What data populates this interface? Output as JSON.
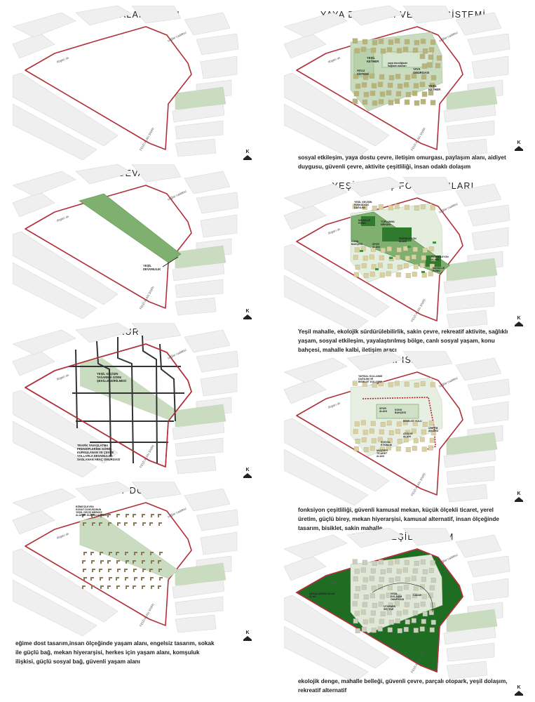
{
  "panels": [
    {
      "title": "PROJE ALAN SINIRI",
      "roads": {
        "a": "dogan sk",
        "b": "sağlar caddesi",
        "c": "FEIZI ALAN SNIRI"
      },
      "north": "K"
    },
    {
      "title": "YAYA DOLAŞIMI VE AVLU SİSTEMİ",
      "roads": {
        "a": "dogan sk",
        "b": "sağlar caddesi",
        "c": "FEIZI ALAN SNIRI"
      },
      "north": "K",
      "annotations": [
        "YEŞİL\nKETHER",
        "AVLU\nSİSTEMİ",
        "yaya önceliğinde\nbağlantı alanları",
        "YAYA\nOMURGASI",
        "YEŞİL\nKETHER"
      ],
      "description": "sosyal etkileşim, yaya dostu çevre, iletişim omurgası, paylaşım alanı, aidiyet duygusu, güvenli çevre, aktivite çeşitliliği, insan odaklı dolaşım"
    },
    {
      "title": "YEŞİL DEVAMLILIK",
      "roads": {
        "a": "dogan sk",
        "b": "sağlar caddesi",
        "c": "FEIZI ALAN SNIRI"
      },
      "north": "K",
      "annotations": [
        "YEŞİL\nDEVAMLILIK"
      ]
    },
    {
      "title": "YEŞİL GEÇİŞ FONSİYONLARI",
      "roads": {
        "a": "dogan sk",
        "b": "sağlar caddesi",
        "c": "FEIZI ALAN SNIRI"
      },
      "north": "K",
      "annotations": [
        "YEŞİL GEÇİŞİN\nFONKSİYON\nDAĞILIMI",
        "MAHALLE\nPARKI",
        "TOPLANMA\nMEKANI",
        "REKREASYON\nALANI",
        "SPOR\nALANI",
        "KONU\nBAHÇESİ",
        "REKREASYON\nALANI",
        "MAHALLE\nPARKI"
      ],
      "description": "Yeşil mahalle, ekolojik sürdürülebilirlik, sakin çevre, rekreatif aktivite, sağlıklı yaşam, sosyal etkileşim, yayalaştırılmış bölge, canlı sosyal yaşam, konu bahçesi, mahalle kalbi, iletişim aracı"
    },
    {
      "title": "YOL KURGUSU",
      "roads": {
        "a": "dogan sk",
        "b": "sağlar caddesi",
        "c": "FEIZI ALAN SNIRI"
      },
      "north": "K",
      "annotations": [
        "YEŞİL GEÇİŞİN\nTASARIMA GÖRE\nŞEKİLLENDİRİLMESİ",
        "TRAFİK YAVAŞLATMA\nPRENSİPLERİNE GÖRE\nKURGULANAN VE ÇEVRE\nYOLLARLA DEVAMLILIĞI\nSAĞLANAN ARAÇ OMURGASI"
      ]
    },
    {
      "title": "YAPISAL",
      "roads": {
        "a": "dogan sk",
        "b": "sağlar caddesi",
        "c": "FEIZI ALAN SNIRI"
      },
      "north": "K",
      "annotations": [
        "YAPISAL KULLANIM\nDAĞILIMI VE\nBİSİKLET DOLAŞIMI",
        "SPOR\nALANI",
        "KONU\nBAHÇESİ",
        "BİSİKLET YOLU",
        "ÜRETİM\nAVLUSU",
        "ATÖLYE\nALANI",
        "SOSYAL\nETKİNLİK",
        "MÜŞTERİ\nTİCARET\nALANI"
      ],
      "description": "fonksiyon çeşitliliği, güvenli kamusal mekan, küçük ölçekli ticaret, yerel üretim, güçlü birey, mekan hiyerarşisi, kamusal alternatif, insan ölçeğinde tasarım, bisiklet, sakin mahalle"
    },
    {
      "title": "KONUT DOKUSU",
      "roads": {
        "a": "dogan sk",
        "b": "sağlar caddesi",
        "c": "FEIZI ALAN SNIRI"
      },
      "north": "K",
      "annotations": [
        "EĞİMİ İZLEYEN\nKONUT DOKUSUNUN\nYEŞİL GEÇİŞ MERKEZ\nALARAK KURGULANMASI"
      ],
      "description": "eğime dost tasarım,insan ölçeğinde yaşam alanı, engelsiz tasarım, sokak ile güçlü bağ, mekan hiyerarşisi, herkes için yaşam alanı, komşuluk ilişkisi, güçlü sosyal bağ, güvenli yaşam alanı"
    },
    {
      "title": "PASİF YEŞİL SİSTEM",
      "roads": {
        "a": "dogan sk",
        "b": "sağlar caddesi",
        "c": "FEIZI ALAN SNIRI"
      },
      "north": "K",
      "annotations": [
        "AĞAÇLANDIRILACAK\nALAN",
        "YEŞİL\nDOLAŞIM\nOMURGASI",
        "OTOPARK\nSİSTEMİ",
        "CADDE"
      ],
      "description": "ekolojik denge, mahalle belleği, güvenli çevre, parçalı otopark, yeşil dolaşım, rekreatif alternatif"
    }
  ],
  "colors": {
    "boundary": "#b0303a",
    "boundary_fill": "#ffffff",
    "context_block": "#efefef",
    "context_stroke": "#d8d8d8",
    "green_light": "#c9dcc0",
    "green_mid": "#7fb06f",
    "green_dark": "#2f7a2c",
    "green_deep": "#1f6d22",
    "building": "#d9d0a3",
    "building_dark": "#8a7a5a",
    "road_dark": "#333333",
    "bike_red": "#b5202a"
  }
}
